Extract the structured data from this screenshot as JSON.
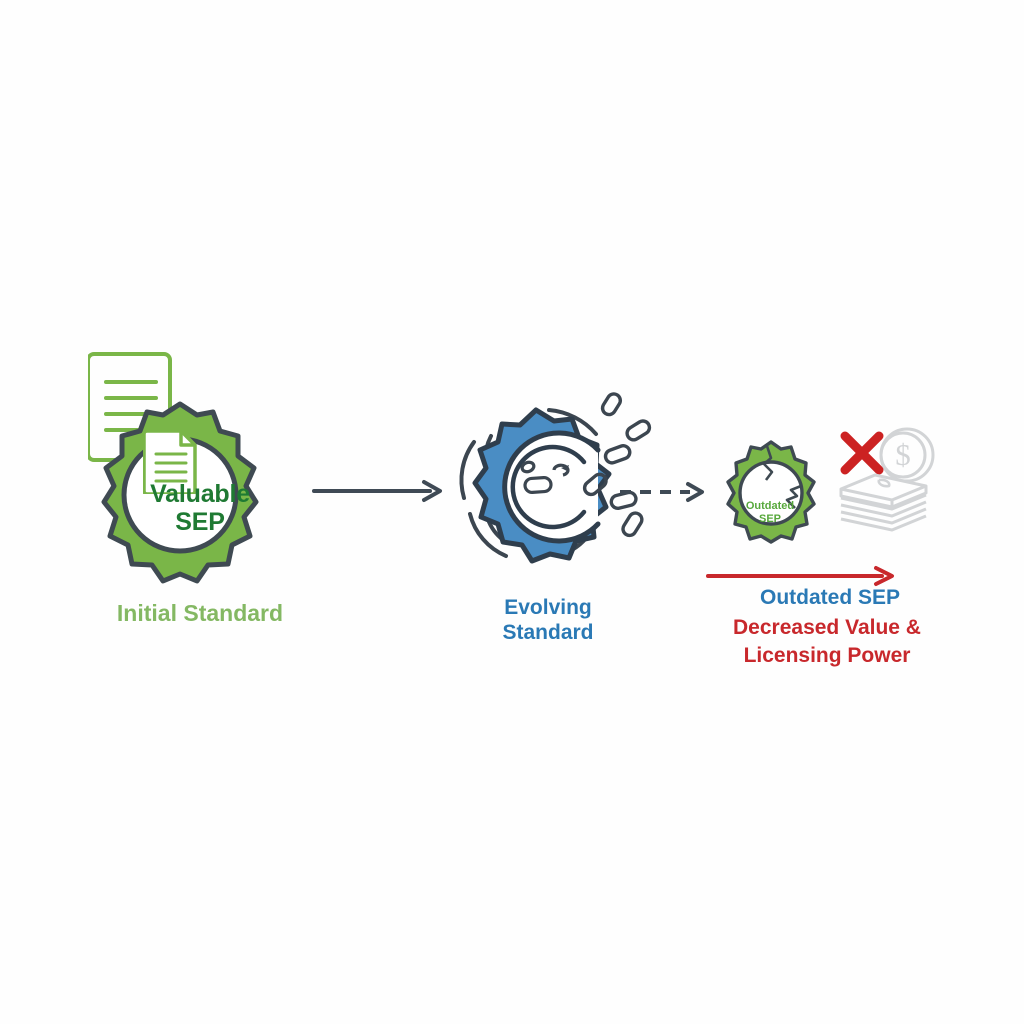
{
  "diagram": {
    "title_semantic": "SEP value erosion flow",
    "background_color": "#fefefe",
    "colors": {
      "green_fill": "#7ab648",
      "green_dark_text": "#1f7a33",
      "green_light_text": "#84b863",
      "green_outline": "#3f4a52",
      "blue_fill": "#4a8dc4",
      "blue_text": "#2a79b5",
      "outline_dark": "#3c4650",
      "red": "#c8282c",
      "red_x": "#cc2222",
      "gray_money": "#d2d4d6",
      "arrow_gray": "#3f4a55"
    }
  },
  "stages": [
    {
      "id": "initial",
      "gear_label_line1": "Valuable",
      "gear_label_line2": "SEP",
      "caption": "Initial Standard",
      "icons": [
        "document-outline-icon",
        "document-icon",
        "gear-icon"
      ]
    },
    {
      "id": "evolving",
      "caption_line1": "Evolving",
      "caption_line2": "Standard",
      "icons": [
        "gear-icon",
        "motion-arc-icon",
        "chain-link-fragment-icon"
      ]
    },
    {
      "id": "outdated",
      "gear_label_line1": "Outdated",
      "gear_label_line2": "SEP",
      "caption_blue": "Outdated SEP",
      "caption_red_line1": "Decreased Value &",
      "caption_red_line2": "Licensing Power",
      "icons": [
        "cracked-gear-icon",
        "red-x-icon",
        "coin-dollar-icon",
        "banknote-stack-icon",
        "red-arrow-icon"
      ]
    }
  ],
  "connectors": [
    {
      "id": "arrow-1",
      "style": "solid",
      "color": "#3f4a55",
      "direction": "right"
    },
    {
      "id": "arrow-2",
      "style": "dashed",
      "color": "#3f4a55",
      "direction": "right"
    },
    {
      "id": "arrow-3",
      "style": "solid",
      "color": "#c8282c",
      "direction": "right"
    }
  ]
}
